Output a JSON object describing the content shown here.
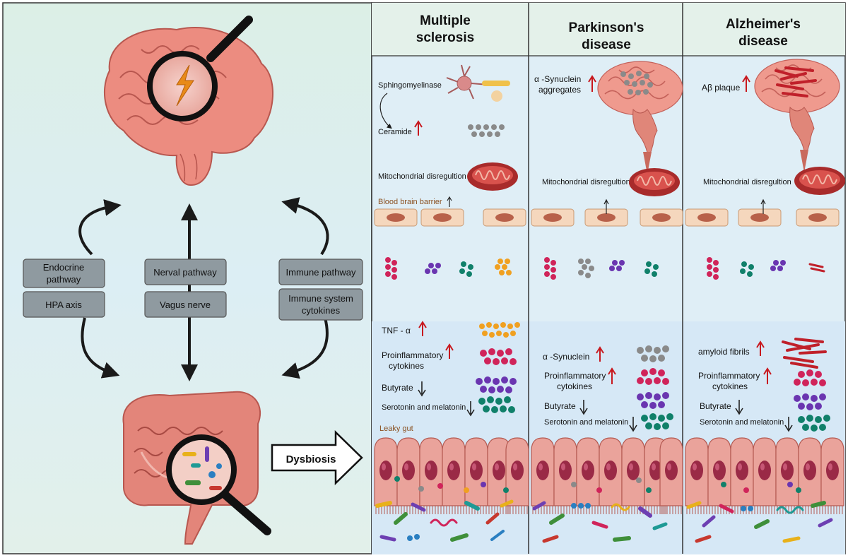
{
  "columns": {
    "ms": {
      "title_l1": "Multiple",
      "title_l2": "sclerosis"
    },
    "pd": {
      "title_l1": "Parkinson's",
      "title_l2": "disease"
    },
    "ad": {
      "title_l1": "Alzheimer's",
      "title_l2": "disease"
    }
  },
  "pathways": {
    "endocrine_l1": "Endocrine",
    "endocrine_l2": "pathway",
    "hpa": "HPA axis",
    "nerval": "Nerval pathway",
    "vagus": "Vagus nerve",
    "immune": "Immune pathway",
    "immune_sys_l1": "Immune system",
    "immune_sys_l2": "cytokines",
    "dysbiosis": "Dysbiosis"
  },
  "brain_labels": {
    "sphingomyelinase": "Sphingomyelinase",
    "ceramide": "Ceramide",
    "mito": "Mitochondrial  disregultion",
    "bbb": "Blood brain barrier",
    "asyn_l1": "α -Synuclein",
    "asyn_l2": "aggregates",
    "abeta": "Aβ plaque"
  },
  "gut_labels": {
    "tnf": "TNF - α",
    "proinf_l1": "Proinflammatory",
    "proinf_l2": "cytokines",
    "butyrate": "Butyrate",
    "serotonin": "Serotonin and melatonin",
    "leaky": "Leaky gut",
    "asyn": "α -Synuclein",
    "amyloid": "amyloid fibrils"
  },
  "colors": {
    "brain_bg": "#dfeef6",
    "gut_bg": "#d6e8f6",
    "header_bg": "#e4f1ea",
    "up_arrow": "#c8181e",
    "cytokine_pink": "#d0245a",
    "cytokine_purple": "#6a35b0",
    "cytokine_teal": "#10806a",
    "tnf_orange": "#f0a020",
    "synuclein_gray": "#8a8a8a"
  }
}
